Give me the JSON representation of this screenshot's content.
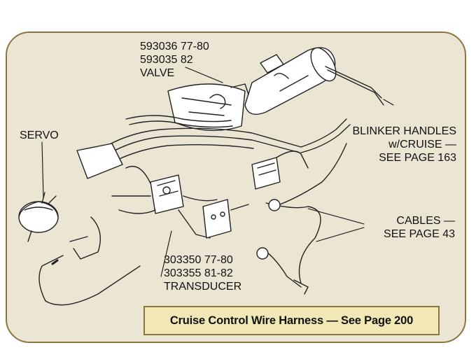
{
  "labels": {
    "valve": [
      "593036  77-80",
      "593035  82",
      "VALVE"
    ],
    "servo": [
      "SERVO"
    ],
    "blinker": [
      "BLINKER HANDLES",
      "w/CRUISE —",
      "SEE PAGE 163"
    ],
    "cables": [
      "CABLES —",
      "SEE PAGE 43"
    ],
    "transducer": [
      "303350  77-80",
      "303355  81-82",
      "TRANSDUCER"
    ]
  },
  "caption": "Cruise Control Wire Harness — See Page 200",
  "colors": {
    "panel_bg": "#ebe6d4",
    "panel_border": "#8d7540",
    "caption_bg": "#f2e8b6"
  }
}
